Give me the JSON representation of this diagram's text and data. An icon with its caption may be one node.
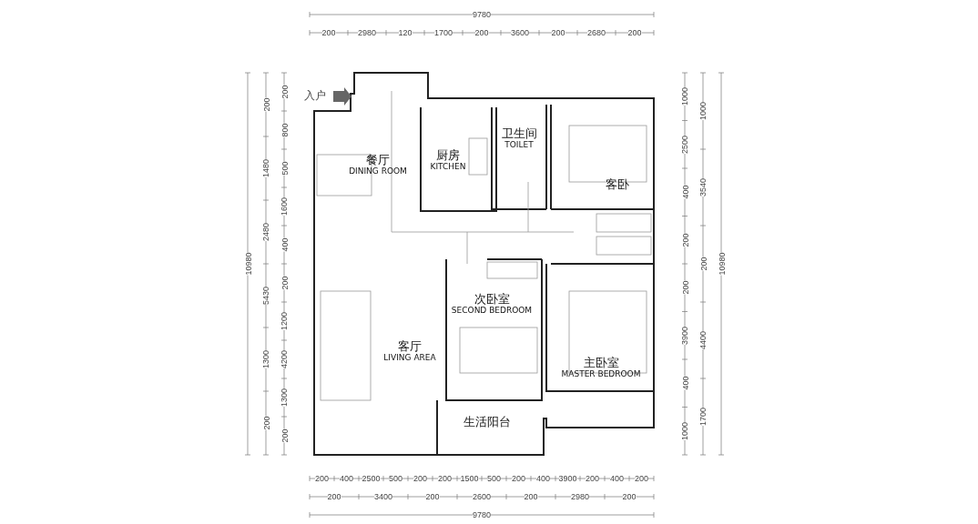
{
  "diagram": {
    "nodes": [
      {
        "text": [
          "餐厅",
          "DINING ROOM"
        ]
      },
      {
        "text": [
          "厨房",
          "KITCHEN"
        ]
      },
      {
        "text": [
          "卫生间",
          "TOILET"
        ]
      },
      {
        "text": [
          "客卧"
        ]
      },
      {
        "text": [
          "客厅",
          "LIVING AREA"
        ]
      },
      {
        "text": [
          "次卧室",
          "SECOND BEDROOM"
        ]
      },
      {
        "text": [
          "主卧室",
          "MASTER BEDROOM"
        ]
      },
      {
        "text": [
          "生活阳台"
        ]
      }
    ],
    "edges": [],
    "labels": [
      "9780",
      "200",
      "2980",
      "120",
      "1700",
      "200",
      "3600",
      "200",
      "2680",
      "200",
      "10980",
      "200",
      "1480",
      "2480",
      "5430",
      "1300",
      "200",
      "200",
      "800",
      "500",
      "1600",
      "400",
      "200",
      "1200",
      "4200",
      "1300",
      "200",
      "入户",
      "1000",
      "2500",
      "400",
      "200",
      "200",
      "3900",
      "400",
      "1000",
      "1000",
      "3540",
      "200",
      "4400",
      "1700",
      "10980",
      "200",
      "400",
      "2500",
      "500",
      "200",
      "200",
      "1500",
      "500",
      "200",
      "400",
      "3900",
      "200",
      "400",
      "200",
      "200",
      "3400",
      "200",
      "2600",
      "200",
      "2980",
      "200",
      "9780"
    ]
  }
}
